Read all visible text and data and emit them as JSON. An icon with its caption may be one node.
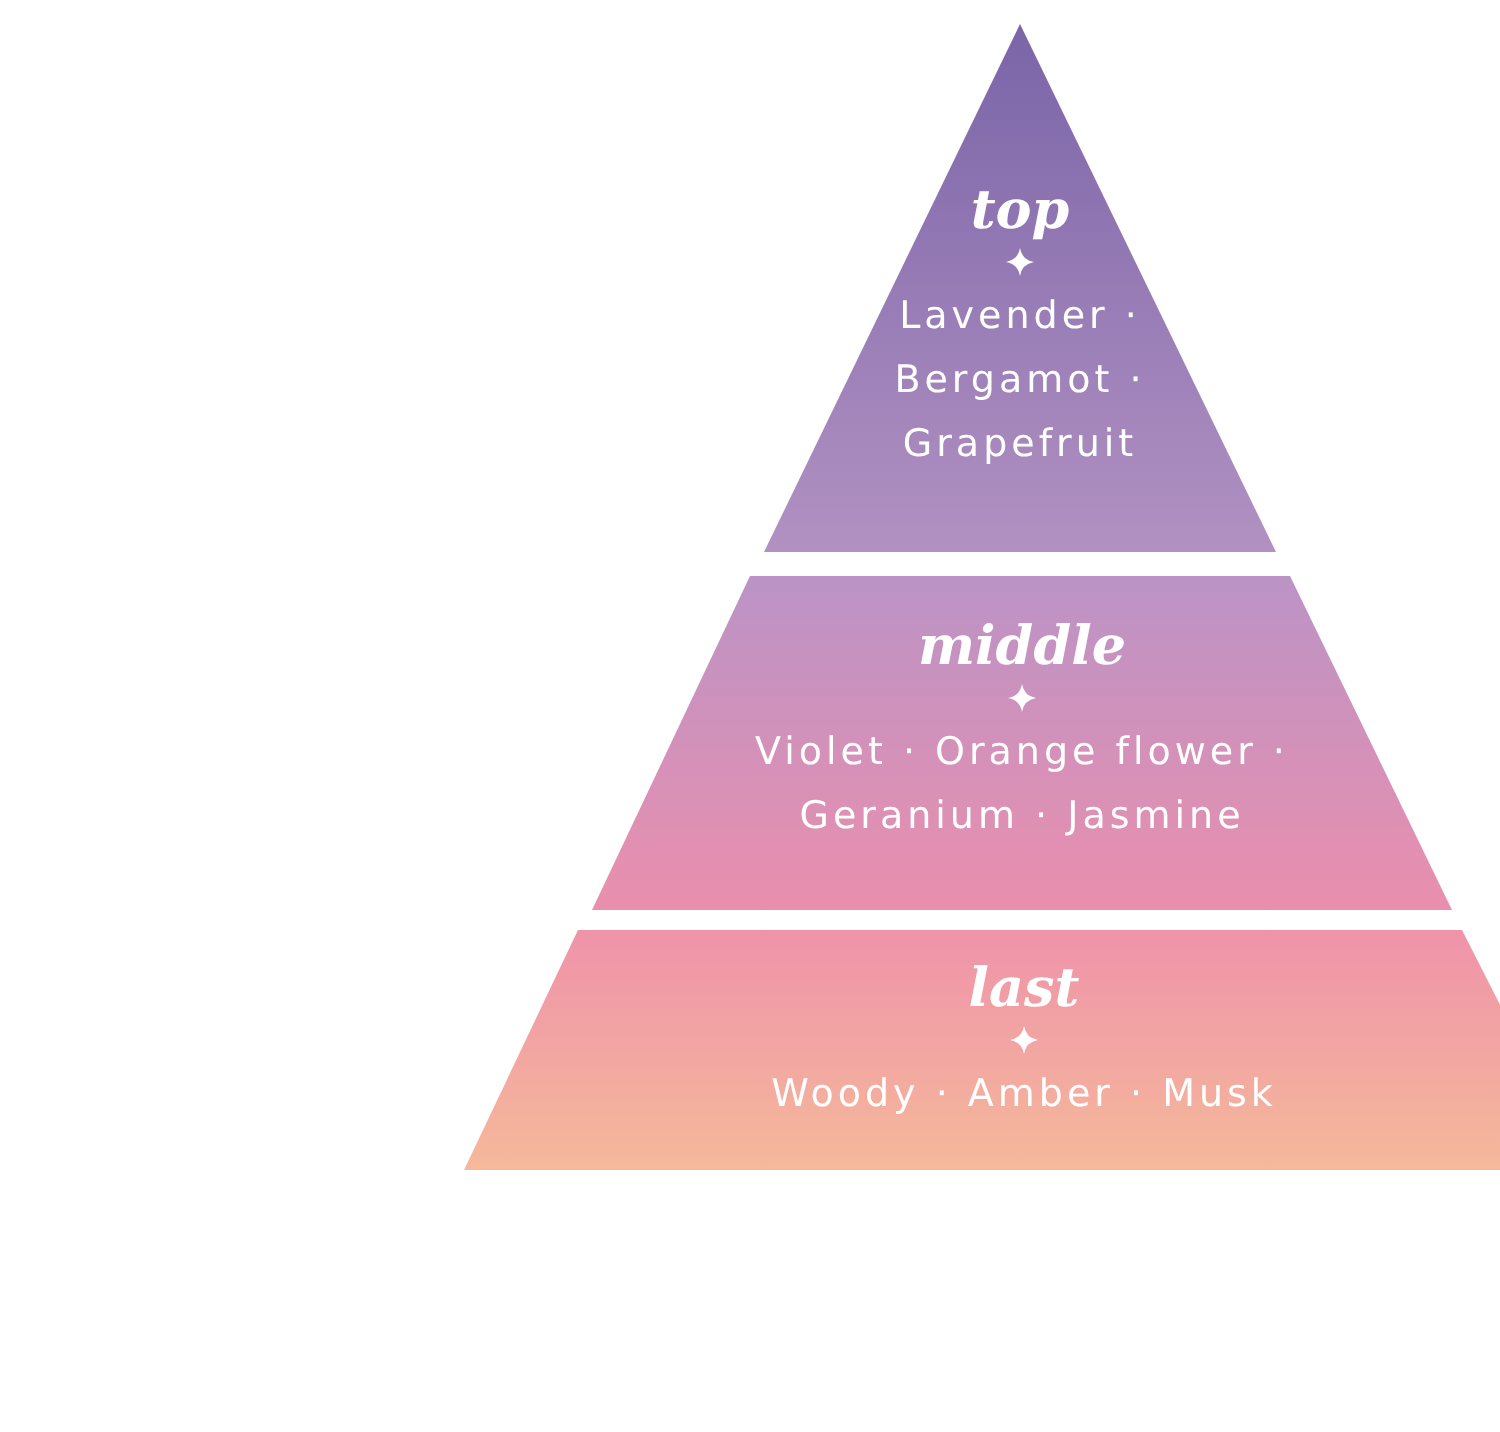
{
  "diagram": {
    "nodes": [
      {
        "text": [
          "top",
          "Lavender · Bergamot · Grapefruit"
        ]
      },
      {
        "text": [
          "middle",
          "Violet · Orange flower · Geranium · Jasmine"
        ]
      },
      {
        "text": [
          "last",
          "Woody · Amber · Musk"
        ]
      }
    ]
  }
}
